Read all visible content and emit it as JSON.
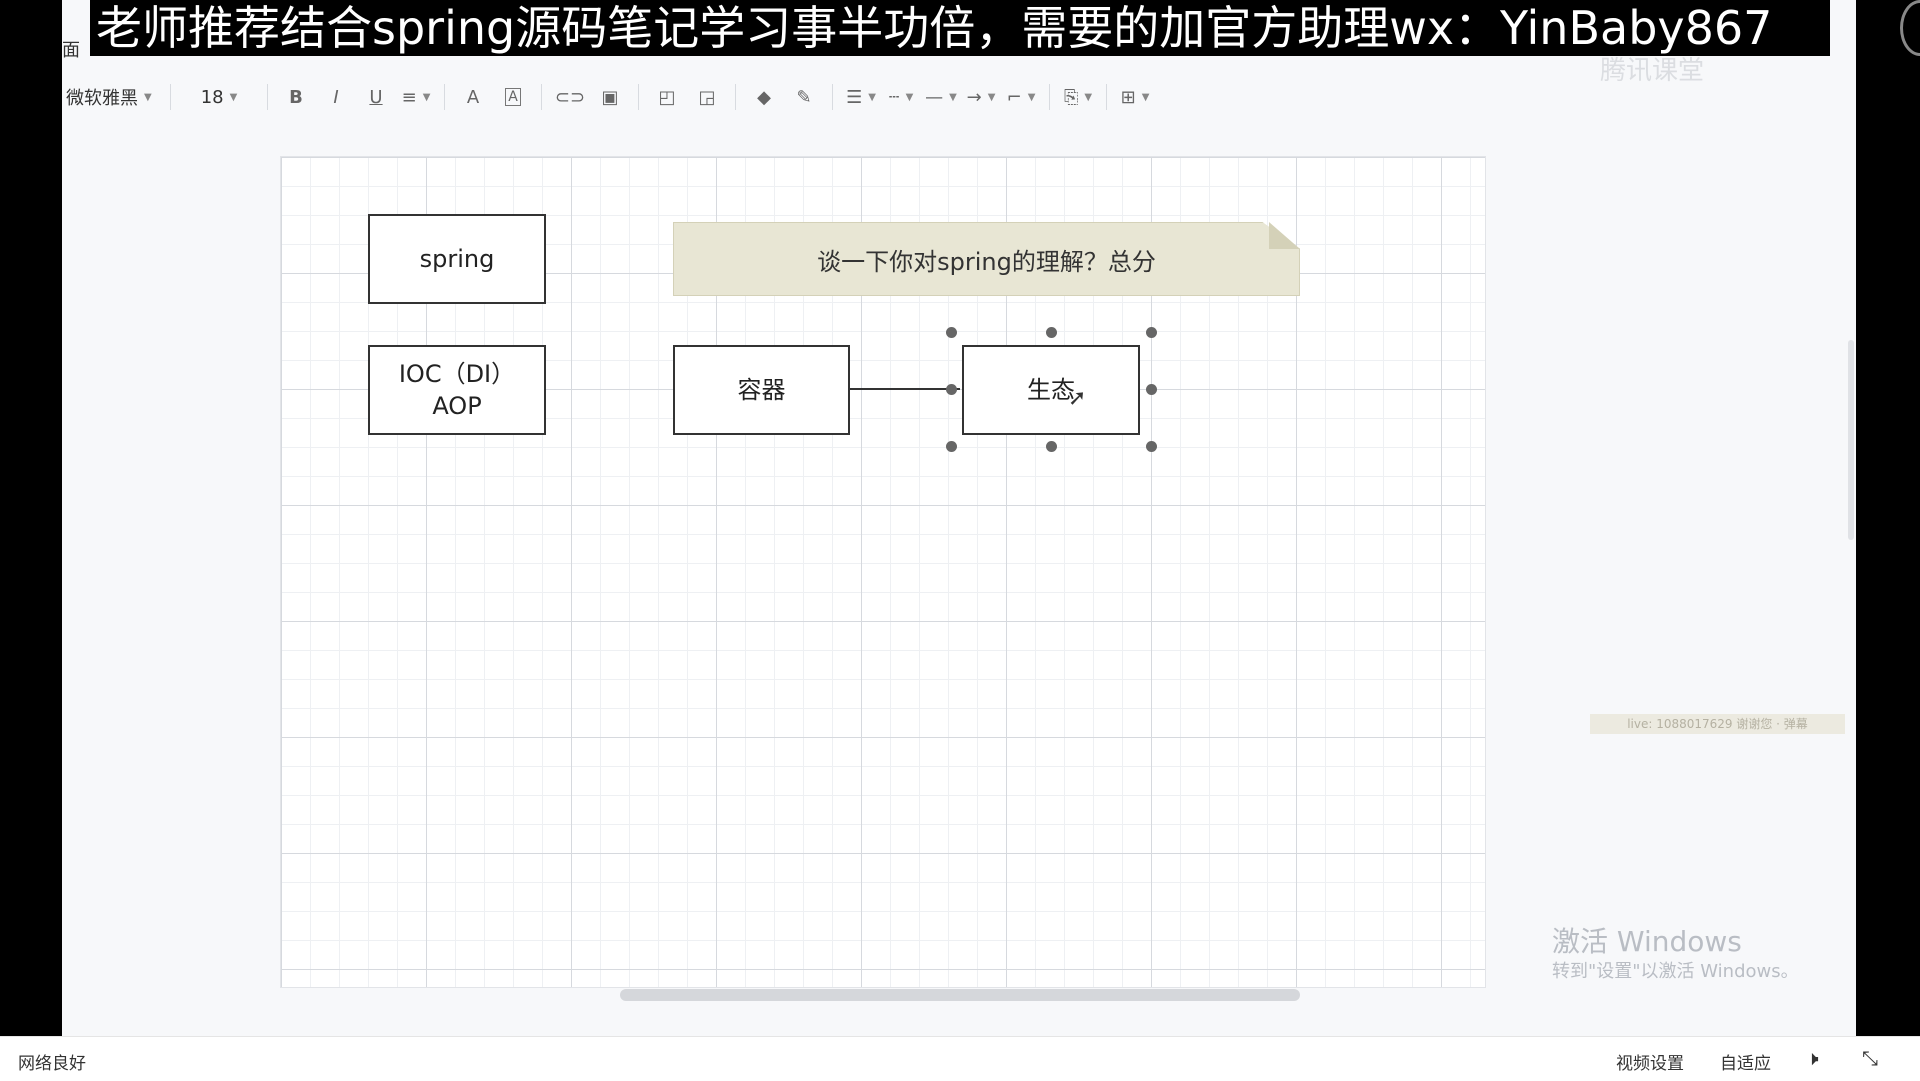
{
  "banner": {
    "text": "老师推荐结合spring源码笔记学习事半功倍，需要的加官方助理wx：YinBaby867"
  },
  "menu_fragment": "面",
  "watermark_logo": "腾讯课堂",
  "toolbar": {
    "font": "微软雅黑",
    "size": "18",
    "bold": "B",
    "italic": "I",
    "underline": "U",
    "align": "≡",
    "font_color": "A",
    "font_bg": "A",
    "link": "⊂⊃",
    "image": "▣",
    "front": "◰",
    "back": "◲",
    "fill": "◆",
    "line_color": "✎",
    "line_width": "☰",
    "line_style": "┄",
    "line": "—",
    "arrow": "→",
    "connector": "⌐",
    "format": "⎘",
    "table": "⊞"
  },
  "diagram": {
    "spring": "spring",
    "ioc_line1": "IOC（DI）",
    "ioc_line2": "AOP",
    "note": "谈一下你对spring的理解？总分",
    "container": "容器",
    "ecology": "生态"
  },
  "tiny_watermark": "live: 1088017629 谢谢您 · 弹幕",
  "activate": {
    "title": "激活 Windows",
    "subtitle": "转到\"设置\"以激活 Windows。"
  },
  "statusbar": {
    "network": "网络良好",
    "video_settings": "视频设置",
    "fit": "自适应",
    "volume_icon": "🕨",
    "exit_fullscreen_icon": "⤡"
  }
}
